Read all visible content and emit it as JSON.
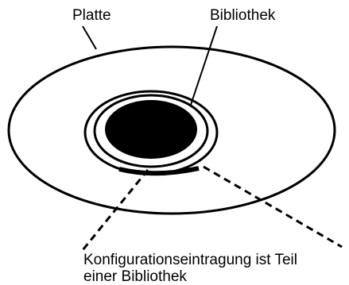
{
  "labels": {
    "platte": "Platte",
    "bibliothek": "Bibliothek",
    "config_line1": "Konfigurationseintragung ist Teil",
    "config_line2": "einer Bibliothek"
  },
  "colors": {
    "ink": "#000000",
    "paper": "#ffffff"
  }
}
